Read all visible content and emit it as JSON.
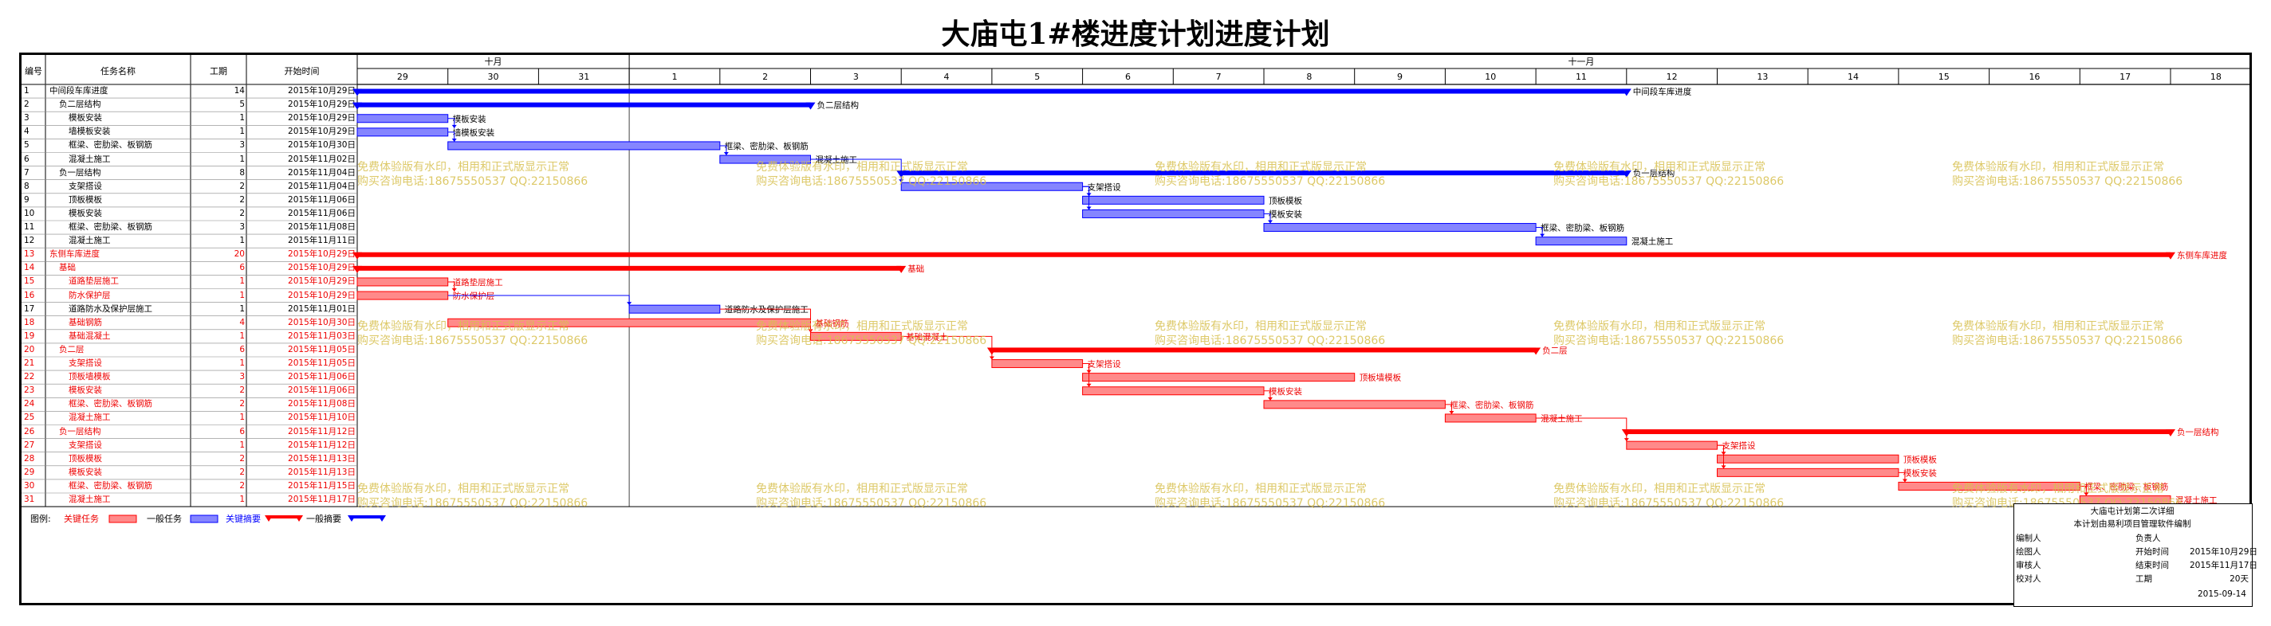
{
  "title": "大庙屯1#楼进度计划进度计划",
  "columns": {
    "no": "编号",
    "name": "任务名称",
    "dur": "工期",
    "start": "开始时间"
  },
  "months": [
    "十月",
    "十一月"
  ],
  "days": [
    "29",
    "30",
    "31",
    "1",
    "2",
    "3",
    "4",
    "5",
    "6",
    "7",
    "8",
    "9",
    "10",
    "11",
    "12",
    "13",
    "14",
    "15",
    "16",
    "17",
    "18"
  ],
  "watermark": {
    "line1": "免费体验版有水印，相用和正式版显示正常",
    "line2": "购买咨询电话:18675550537 QQ:22150866"
  },
  "legend": {
    "prefix": "图例:",
    "crit_task": "关键任务",
    "norm_task": "一般任务",
    "crit_summary": "关键摘要",
    "norm_summary": "一般摘要"
  },
  "info": {
    "title": "大庙屯计划第二次详细",
    "subtitle": "本计划由易利项目管理软件编制",
    "rows": [
      [
        "编制人",
        "",
        "负责人",
        ""
      ],
      [
        "绘图人",
        "",
        "开始时间",
        "2015年10月29日"
      ],
      [
        "审核人",
        "",
        "结束时间",
        "2015年11月17日"
      ],
      [
        "校对人",
        "",
        "工期",
        "20天"
      ]
    ],
    "date": "2015-09-14"
  },
  "colors": {
    "critical": "#ff0000",
    "critical_fill": "#ff8a8a",
    "normal": "#0000ff",
    "normal_fill": "#8585ff",
    "watermark": "#d8c050"
  },
  "chart_data": {
    "type": "gantt",
    "time_unit": "day",
    "x_range": [
      "2015-10-29",
      "2015-11-18"
    ],
    "tasks": [
      {
        "id": "1",
        "name": "中间段车库进度",
        "dur": "14",
        "start": "2015年10月29日",
        "s": 0,
        "d": 14,
        "kind": "summary",
        "crit": false,
        "label": "中间段车库进度",
        "indent": 0
      },
      {
        "id": "2",
        "name": "负二层结构",
        "dur": "5",
        "start": "2015年10月29日",
        "s": 0,
        "d": 5,
        "kind": "summary",
        "crit": false,
        "label": "负二层结构",
        "indent": 1
      },
      {
        "id": "3",
        "name": "模板安装",
        "dur": "1",
        "start": "2015年10月29日",
        "s": 0,
        "d": 1,
        "kind": "task",
        "crit": false,
        "label": "模板安装",
        "indent": 2
      },
      {
        "id": "4",
        "name": "墙模板安装",
        "dur": "1",
        "start": "2015年10月29日",
        "s": 0,
        "d": 1,
        "kind": "task",
        "crit": false,
        "label": "墙模板安装",
        "indent": 2
      },
      {
        "id": "5",
        "name": "框梁、密肋梁、板钢筋",
        "dur": "3",
        "start": "2015年10月30日",
        "s": 1,
        "d": 3,
        "kind": "task",
        "crit": false,
        "label": "框梁、密肋梁、板钢筋",
        "indent": 2
      },
      {
        "id": "6",
        "name": "混凝土施工",
        "dur": "1",
        "start": "2015年11月02日",
        "s": 4,
        "d": 1,
        "kind": "task",
        "crit": false,
        "label": "混凝土施工",
        "indent": 2
      },
      {
        "id": "7",
        "name": "负一层结构",
        "dur": "8",
        "start": "2015年11月04日",
        "s": 6,
        "d": 8,
        "kind": "summary",
        "crit": false,
        "label": "负一层结构",
        "indent": 1
      },
      {
        "id": "8",
        "name": "支架搭设",
        "dur": "2",
        "start": "2015年11月04日",
        "s": 6,
        "d": 2,
        "kind": "task",
        "crit": false,
        "label": "支架搭设",
        "indent": 2
      },
      {
        "id": "9",
        "name": "顶板模板",
        "dur": "2",
        "start": "2015年11月06日",
        "s": 8,
        "d": 2,
        "kind": "task",
        "crit": false,
        "label": "顶板模板",
        "indent": 2
      },
      {
        "id": "10",
        "name": "模板安装",
        "dur": "2",
        "start": "2015年11月06日",
        "s": 8,
        "d": 2,
        "kind": "task",
        "crit": false,
        "label": "模板安装",
        "indent": 2
      },
      {
        "id": "11",
        "name": "框梁、密肋梁、板钢筋",
        "dur": "3",
        "start": "2015年11月08日",
        "s": 10,
        "d": 3,
        "kind": "task",
        "crit": false,
        "label": "框梁、密肋梁、板钢筋",
        "indent": 2
      },
      {
        "id": "12",
        "name": "混凝土施工",
        "dur": "1",
        "start": "2015年11月11日",
        "s": 13,
        "d": 1,
        "kind": "task",
        "crit": false,
        "label": "混凝土施工",
        "indent": 2
      },
      {
        "id": "13",
        "name": "东侧车库进度",
        "dur": "20",
        "start": "2015年10月29日",
        "s": 0,
        "d": 20,
        "kind": "summary",
        "crit": true,
        "label": "东侧车库进度",
        "indent": 0
      },
      {
        "id": "14",
        "name": "基础",
        "dur": "6",
        "start": "2015年10月29日",
        "s": 0,
        "d": 6,
        "kind": "summary",
        "crit": true,
        "label": "基础",
        "indent": 1
      },
      {
        "id": "15",
        "name": "道路垫层施工",
        "dur": "1",
        "start": "2015年10月29日",
        "s": 0,
        "d": 1,
        "kind": "task",
        "crit": true,
        "label": "道路垫层施工",
        "indent": 2
      },
      {
        "id": "16",
        "name": "防水保护层",
        "dur": "1",
        "start": "2015年10月29日",
        "s": 0,
        "d": 1,
        "kind": "task",
        "crit": true,
        "label": "防水保护层",
        "indent": 2
      },
      {
        "id": "17",
        "name": "道路防水及保护层施工",
        "dur": "1",
        "start": "2015年11月01日",
        "s": 3,
        "d": 1,
        "kind": "task",
        "crit": false,
        "label": "道路防水及保护层施工",
        "indent": 2
      },
      {
        "id": "18",
        "name": "基础钢筋",
        "dur": "4",
        "start": "2015年10月30日",
        "s": 1,
        "d": 4,
        "kind": "task",
        "crit": true,
        "label": "基础钢筋",
        "indent": 2
      },
      {
        "id": "19",
        "name": "基础混凝土",
        "dur": "1",
        "start": "2015年11月03日",
        "s": 5,
        "d": 1,
        "kind": "task",
        "crit": true,
        "label": "基础混凝土",
        "indent": 2
      },
      {
        "id": "20",
        "name": "负二层",
        "dur": "6",
        "start": "2015年11月05日",
        "s": 7,
        "d": 6,
        "kind": "summary",
        "crit": true,
        "label": "负二层",
        "indent": 1
      },
      {
        "id": "21",
        "name": "支架搭设",
        "dur": "1",
        "start": "2015年11月05日",
        "s": 7,
        "d": 1,
        "kind": "task",
        "crit": true,
        "label": "支架搭设",
        "indent": 2
      },
      {
        "id": "22",
        "name": "顶板墙模板",
        "dur": "3",
        "start": "2015年11月06日",
        "s": 8,
        "d": 3,
        "kind": "task",
        "crit": true,
        "label": "顶板墙模板",
        "indent": 2
      },
      {
        "id": "23",
        "name": "模板安装",
        "dur": "2",
        "start": "2015年11月06日",
        "s": 8,
        "d": 2,
        "kind": "task",
        "crit": true,
        "label": "模板安装",
        "indent": 2
      },
      {
        "id": "24",
        "name": "框梁、密肋梁、板钢筋",
        "dur": "2",
        "start": "2015年11月08日",
        "s": 10,
        "d": 2,
        "kind": "task",
        "crit": true,
        "label": "框梁、密肋梁、板钢筋",
        "indent": 2
      },
      {
        "id": "25",
        "name": "混凝土施工",
        "dur": "1",
        "start": "2015年11月10日",
        "s": 12,
        "d": 1,
        "kind": "task",
        "crit": true,
        "label": "混凝土施工",
        "indent": 2
      },
      {
        "id": "26",
        "name": "负一层结构",
        "dur": "6",
        "start": "2015年11月12日",
        "s": 14,
        "d": 6,
        "kind": "summary",
        "crit": true,
        "label": "负一层结构",
        "indent": 1
      },
      {
        "id": "27",
        "name": "支架搭设",
        "dur": "1",
        "start": "2015年11月12日",
        "s": 14,
        "d": 1,
        "kind": "task",
        "crit": true,
        "label": "支架搭设",
        "indent": 2
      },
      {
        "id": "28",
        "name": "顶板模板",
        "dur": "2",
        "start": "2015年11月13日",
        "s": 15,
        "d": 2,
        "kind": "task",
        "crit": true,
        "label": "顶板模板",
        "indent": 2
      },
      {
        "id": "29",
        "name": "模板安装",
        "dur": "2",
        "start": "2015年11月13日",
        "s": 15,
        "d": 2,
        "kind": "task",
        "crit": true,
        "label": "模板安装",
        "indent": 2
      },
      {
        "id": "30",
        "name": "框梁、密肋梁、板钢筋",
        "dur": "2",
        "start": "2015年11月15日",
        "s": 17,
        "d": 2,
        "kind": "task",
        "crit": true,
        "label": "框梁、密肋梁、板钢筋",
        "indent": 2
      },
      {
        "id": "31",
        "name": "混凝土施工",
        "dur": "1",
        "start": "2015年11月17日",
        "s": 19,
        "d": 1,
        "kind": "task",
        "crit": true,
        "label": "混凝土施工",
        "indent": 2
      }
    ]
  }
}
